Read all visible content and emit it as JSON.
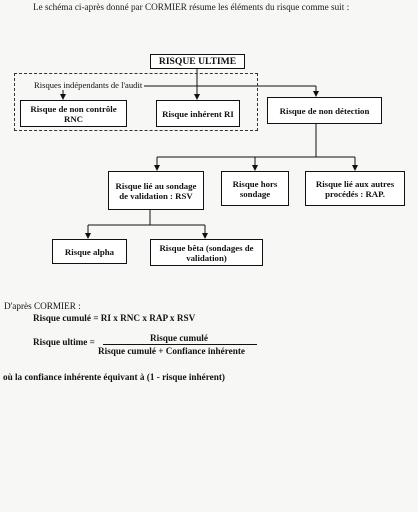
{
  "intro": "Le schéma ci-après donné par CORMIER résume les éléments du risque comme suit :",
  "diagram": {
    "root": "RISQUE ULTIME",
    "group_label": "Risques indépendants de l'audit",
    "level1": [
      {
        "label": "Risque de non contrôle RNC"
      },
      {
        "label": "Risque inhérent RI"
      },
      {
        "label": "Risque de non détection"
      }
    ],
    "level2": [
      {
        "label": "Risque lié au sondage de validation : RSV"
      },
      {
        "label": "Risque hors sondage"
      },
      {
        "label": "Risque lié aux autres procédés : RAP."
      }
    ],
    "level3": [
      {
        "label": "Risque alpha"
      },
      {
        "label": "Risque bêta (sondages de validation)"
      }
    ]
  },
  "formulas": {
    "heading": "D'après CORMIER :",
    "cumule": "Risque cumulé = RI x RNC x RAP x RSV",
    "ultime_lhs": "Risque ultime =",
    "ultime_num": "Risque cumulé",
    "ultime_den": "Risque cumulé + Confiance inhérente",
    "note": "où la confiance inhérente équivant à (1 - risque inhérent)"
  }
}
